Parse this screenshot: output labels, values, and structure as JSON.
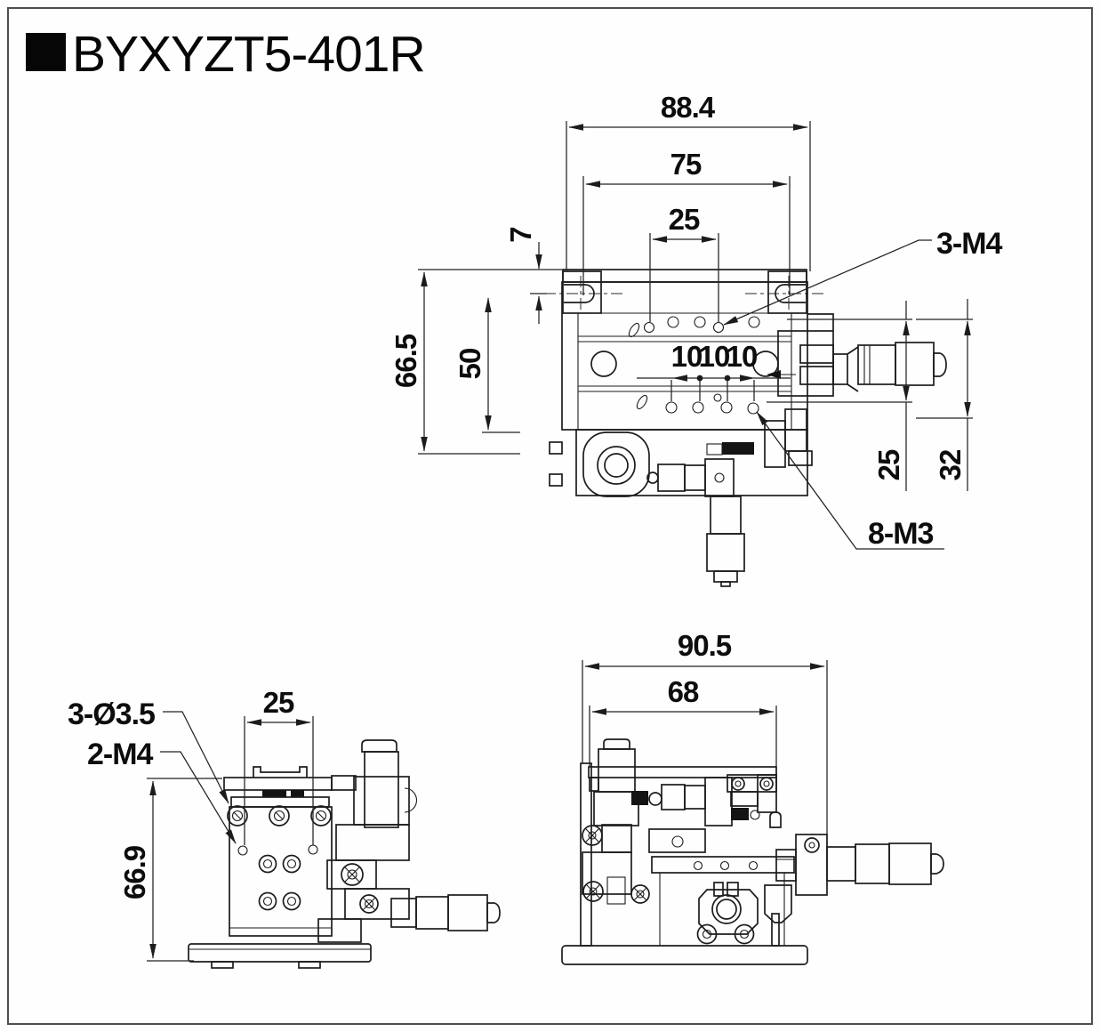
{
  "title": {
    "text": "BYXYZT5-401R"
  },
  "top_view": {
    "dim_overall_width": "88.4",
    "dim_slot_span": "75",
    "dim_hole_span": "25",
    "dim_slot_offset": "7",
    "dim_overall_depth": "66.5",
    "dim_slot_center_depth": "50",
    "dim_pitch_a": "10",
    "dim_pitch_b": "10",
    "dim_pitch_c": "10",
    "dim_side_height_inner": "25",
    "dim_side_height_outer": "32",
    "label_top_thread": "3-M4",
    "label_bottom_thread": "8-M3"
  },
  "front_view": {
    "dim_hole_span": "25",
    "dim_overall_height": "66.9",
    "label_through_holes": "3-Ø3.5",
    "label_thread_holes": "2-M4"
  },
  "side_view": {
    "dim_overall_width": "90.5",
    "dim_body_width": "68"
  }
}
